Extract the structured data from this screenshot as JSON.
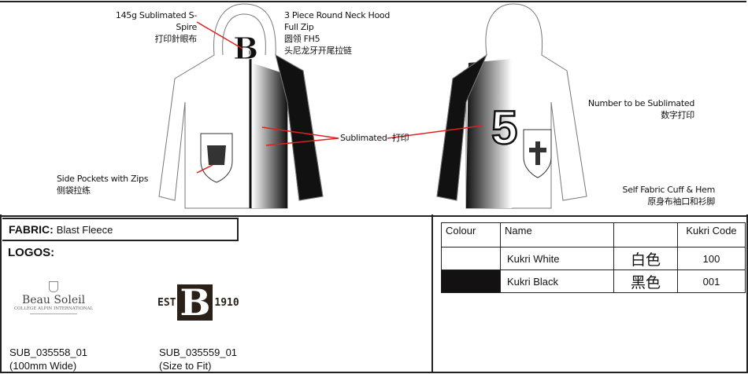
{
  "annotations": {
    "fabric_weight": "145g Sublimated S-Spire",
    "fabric_weight_cn": "打印針眼布",
    "hood_line1": "3 Piece Round Neck Hood",
    "hood_line2": "Full Zip",
    "hood_cn1": "圆领 FH5",
    "hood_cn2": "头尼龙牙开尾拉链",
    "sublimated": "Sublimated",
    "sublimated_cn": "打印",
    "pockets": "Side Pockets with Zips",
    "pockets_cn": "侧袋拉练",
    "number": "Number to be Sublimated",
    "number_cn": "数字打印",
    "cuff": "Self Fabric Cuff & Hem",
    "cuff_cn": "原身布袖口和衫脚"
  },
  "garment": {
    "back_number": "5",
    "crest_letter": "B"
  },
  "fabric": {
    "label": "FABRIC:",
    "value": "Blast Fleece"
  },
  "logos": {
    "label": "LOGOS:",
    "items": [
      {
        "name": "Beau Soleil",
        "subtitle": "COLLÈGE ALPIN INTERNATIONAL",
        "code": "SUB_035558_01",
        "size": "(100mm Wide)"
      },
      {
        "left": "EST",
        "letter": "B",
        "right": "1910",
        "code": "SUB_035559_01",
        "size": "(Size to Fit)"
      }
    ]
  },
  "colour_table": {
    "headers": [
      "Colour",
      "Name",
      "",
      "Kukri Code"
    ],
    "rows": [
      {
        "swatch": "#ffffff",
        "name": "Kukri White",
        "cn": "白色",
        "code": "100"
      },
      {
        "swatch": "#141112",
        "name": "Kukri Black",
        "cn": "黑色",
        "code": "001"
      }
    ]
  }
}
